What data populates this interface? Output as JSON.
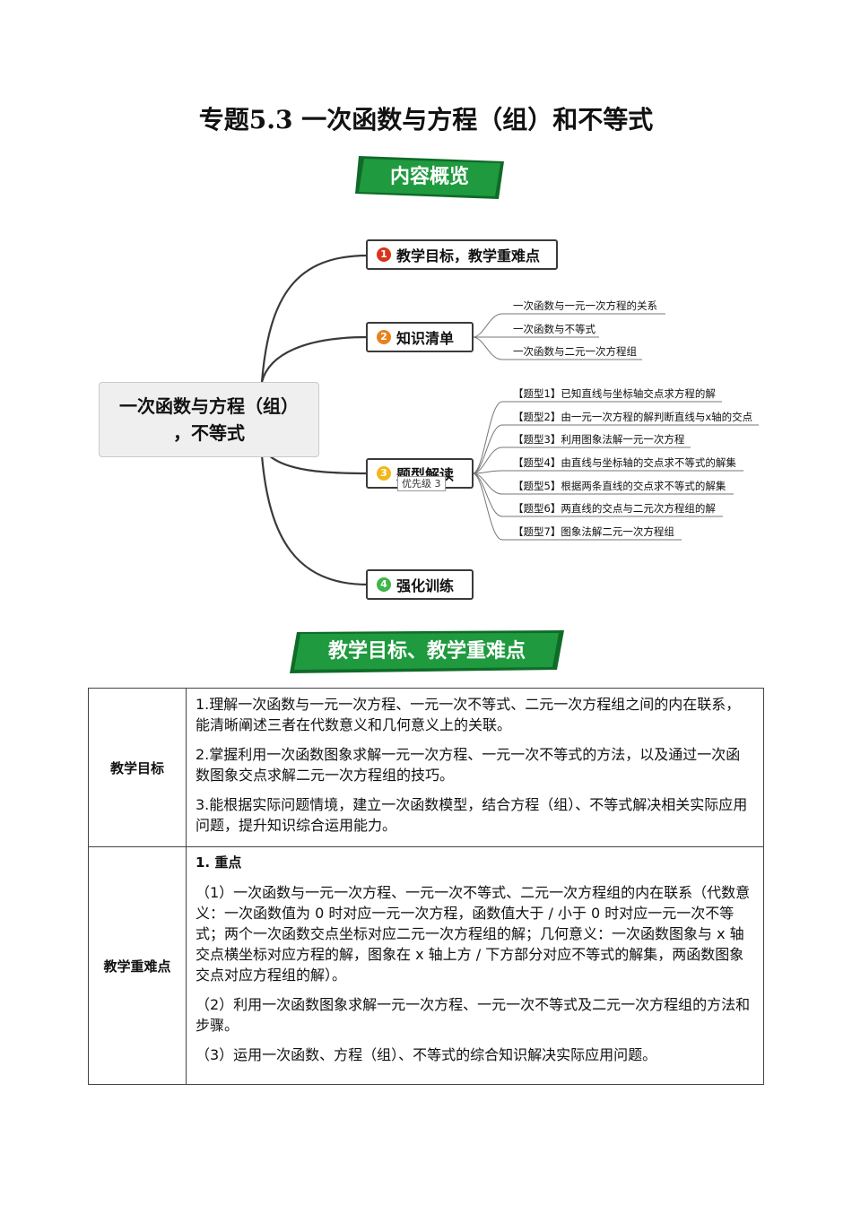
{
  "title": "专题5.3 一次函数与方程（组）和不等式",
  "banners": {
    "overview": "内容概览",
    "goals": "教学目标、教学重难点"
  },
  "mindmap": {
    "root": [
      "一次函数与方程（组）",
      "，不等式"
    ],
    "branches": [
      {
        "num": "1",
        "label": "教学目标，教学重难点",
        "color": "#d9341c",
        "leaves": []
      },
      {
        "num": "2",
        "label": "知识清单",
        "color": "#e8821e",
        "leaves": [
          "一次函数与一元一次方程的关系",
          "一次函数与不等式",
          "一次函数与二元一次方程组"
        ]
      },
      {
        "num": "3",
        "label": "题型解读",
        "color": "#f2b71a",
        "badge": "优先级 3",
        "leaves": [
          "【题型1】已知直线与坐标轴交点求方程的解",
          "【题型2】由一元一次方程的解判断直线与x轴的交点",
          "【题型3】利用图象法解一元一次方程",
          "【题型4】由直线与坐标轴的交点求不等式的解集",
          "【题型5】根据两条直线的交点求不等式的解集",
          "【题型6】两直线的交点与二元次方程组的解",
          "【题型7】图象法解二元一次方程组"
        ]
      },
      {
        "num": "4",
        "label": "强化训练",
        "color": "#3fb54a",
        "leaves": []
      }
    ]
  },
  "table": {
    "goals_label": "教学目标",
    "goals": [
      "1.理解一次函数与一元一次方程、一元一次不等式、二元一次方程组之间的内在联系，能清晰阐述三者在代数意义和几何意义上的关联。",
      "2.掌握利用一次函数图象求解一元一次方程、一元一次不等式的方法，以及通过一次函数图象交点求解二元一次方程组的技巧。",
      "3.能根据实际问题情境，建立一次函数模型，结合方程（组）、不等式解决相关实际应用问题，提升知识综合运用能力。"
    ],
    "key_label": "教学重难点",
    "key_heading": "1. 重点",
    "key_points": [
      "（1）一次函数与一元一次方程、一元一次不等式、二元一次方程组的内在联系（代数意义：一次函数值为 0 时对应一元一次方程，函数值大于 / 小于 0 时对应一元一次不等式；两个一次函数交点坐标对应二元一次方程组的解；几何意义：一次函数图象与 x 轴交点横坐标对应方程的解，图象在 x 轴上方 / 下方部分对应不等式的解集，两函数图象交点对应方程组的解）。",
      "（2）利用一次函数图象求解一元一次方程、一元一次不等式及二元一次方程组的方法和步骤。",
      "（3）运用一次函数、方程（组）、不等式的综合知识解决实际应用问题。"
    ]
  },
  "colors": {
    "banner_green": "#1f9a3f",
    "banner_dark": "#0f6b28"
  }
}
